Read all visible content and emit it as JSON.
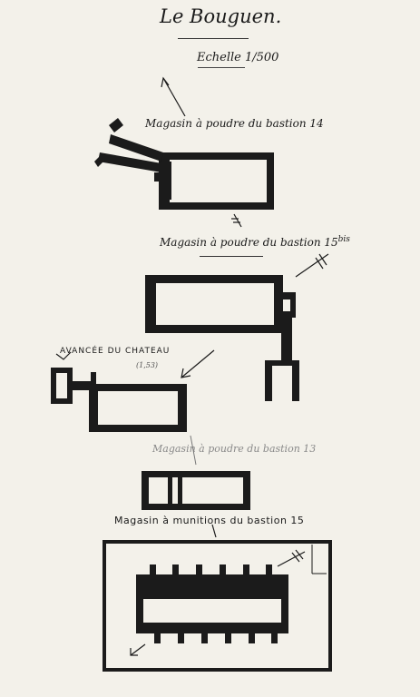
{
  "sheet": {
    "title": "Le Bouguen.",
    "subtitle": "Echelle 1/500",
    "labels": {
      "bastion14": "Magasin à poudre du bastion 14",
      "bastion15bis": "Magasin à poudre du bastion 15",
      "bastion15bis_sup": "bis",
      "chateau": "AVANCÉE DU CHATEAU",
      "chateau_note": "(1,53)",
      "bastion13": "Magasin à poudre du bastion 13",
      "munitions15": "Magasin à munitions du bastion 15"
    }
  },
  "icons": [
    "north-arrow-icon",
    "entry-arrow-icon"
  ],
  "colors": {
    "paper": "#f3f1ea",
    "ink": "#1b1b1b"
  }
}
